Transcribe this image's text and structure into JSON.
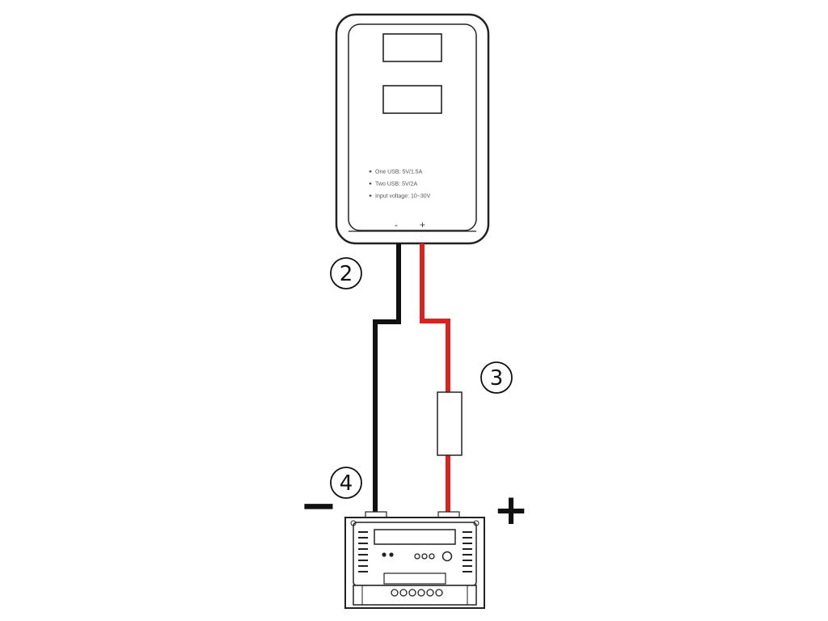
{
  "usb_charger": {
    "specs": [
      "One USB: 5V/1.5A",
      "Two USB: 5V/2A",
      "Input voltage: 10~30V"
    ],
    "terminal_negative": "-",
    "terminal_positive": "+"
  },
  "callouts": {
    "cable": "2",
    "fuse": "3",
    "negative_terminal": "4"
  },
  "battery_terminals": {
    "negative": "−",
    "positive": "+"
  },
  "colors": {
    "negative_wire": "#111111",
    "positive_wire": "#e0201c",
    "outline": "#222222"
  },
  "icons": {
    "usb_charger": "usb-charger-icon",
    "fuse": "fuse-icon",
    "controller": "charge-controller-icon"
  }
}
